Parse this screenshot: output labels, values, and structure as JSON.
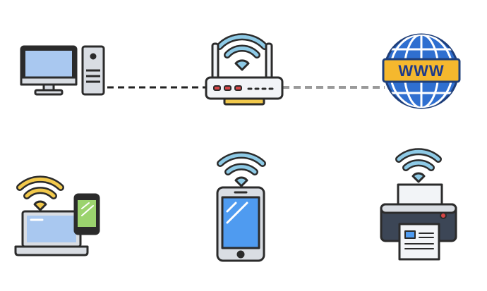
{
  "devices": [
    {
      "name": "desktop-computer",
      "icon": "desktop-computer-icon"
    },
    {
      "name": "wifi-router",
      "icon": "wifi-router-icon"
    },
    {
      "name": "internet-globe",
      "icon": "globe-icon",
      "label": "WWW"
    },
    {
      "name": "laptop-and-phone",
      "icon": "laptop-phone-icon"
    },
    {
      "name": "smartphone",
      "icon": "smartphone-icon"
    },
    {
      "name": "printer",
      "icon": "printer-icon"
    }
  ],
  "connections": [
    {
      "from": "desktop-computer",
      "to": "wifi-router",
      "style": "dashed",
      "color": "#222222"
    },
    {
      "from": "wifi-router",
      "to": "internet-globe",
      "style": "dashed",
      "color": "#9a9a9a"
    }
  ],
  "colors": {
    "outline": "#2b2b2b",
    "wifi_blue": "#8ecae6",
    "wifi_yellow": "#f2c94c",
    "screen_blue": "#a9c8f0",
    "phone_blue": "#4f9bf0",
    "globe_blue": "#2f6fd0",
    "globe_band": "#f5b82e",
    "device_gray": "#d9dde3",
    "router_white": "#f2f4f7",
    "printer_dark": "#3c4656",
    "printer_red": "#d64545",
    "green": "#9bd36e",
    "yellow": "#f2c94c"
  }
}
